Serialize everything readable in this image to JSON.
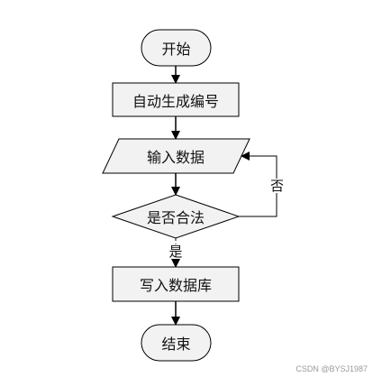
{
  "nodes": {
    "start": "开始",
    "auto_number": "自动生成编号",
    "input_data": "输入数据",
    "is_valid": "是否合法",
    "write_db": "写入数据库",
    "end": "结束"
  },
  "edges": {
    "yes": "是",
    "no": "否"
  },
  "watermark": "CSDN @BYSJ1987"
}
